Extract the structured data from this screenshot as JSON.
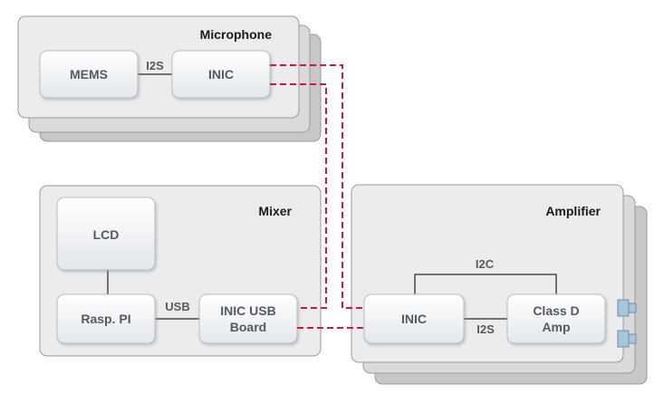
{
  "panels": {
    "microphone": {
      "title": "Microphone",
      "mems": "MEMS",
      "inic": "INIC",
      "link_label": "I2S"
    },
    "mixer": {
      "title": "Mixer",
      "lcd": "LCD",
      "raspi": "Rasp. PI",
      "inic_usb_line1": "INIC USB",
      "inic_usb_line2": "Board",
      "link_label": "USB"
    },
    "amplifier": {
      "title": "Amplifier",
      "inic": "INIC",
      "classd_line1": "Class D",
      "classd_line2": "Amp",
      "i2c_label": "I2C",
      "i2s_label": "I2S"
    }
  },
  "colors": {
    "panel_fill": "#ececec",
    "panel_stroke": "#9a9a9a",
    "shadow_fill": "#cfcfcf",
    "chip_fill": "#f4f6f8",
    "chip_stroke": "#b9bec4",
    "ring_line": "#d2163c",
    "connector": "#a7c6dc",
    "wire": "#4a4a4a"
  }
}
